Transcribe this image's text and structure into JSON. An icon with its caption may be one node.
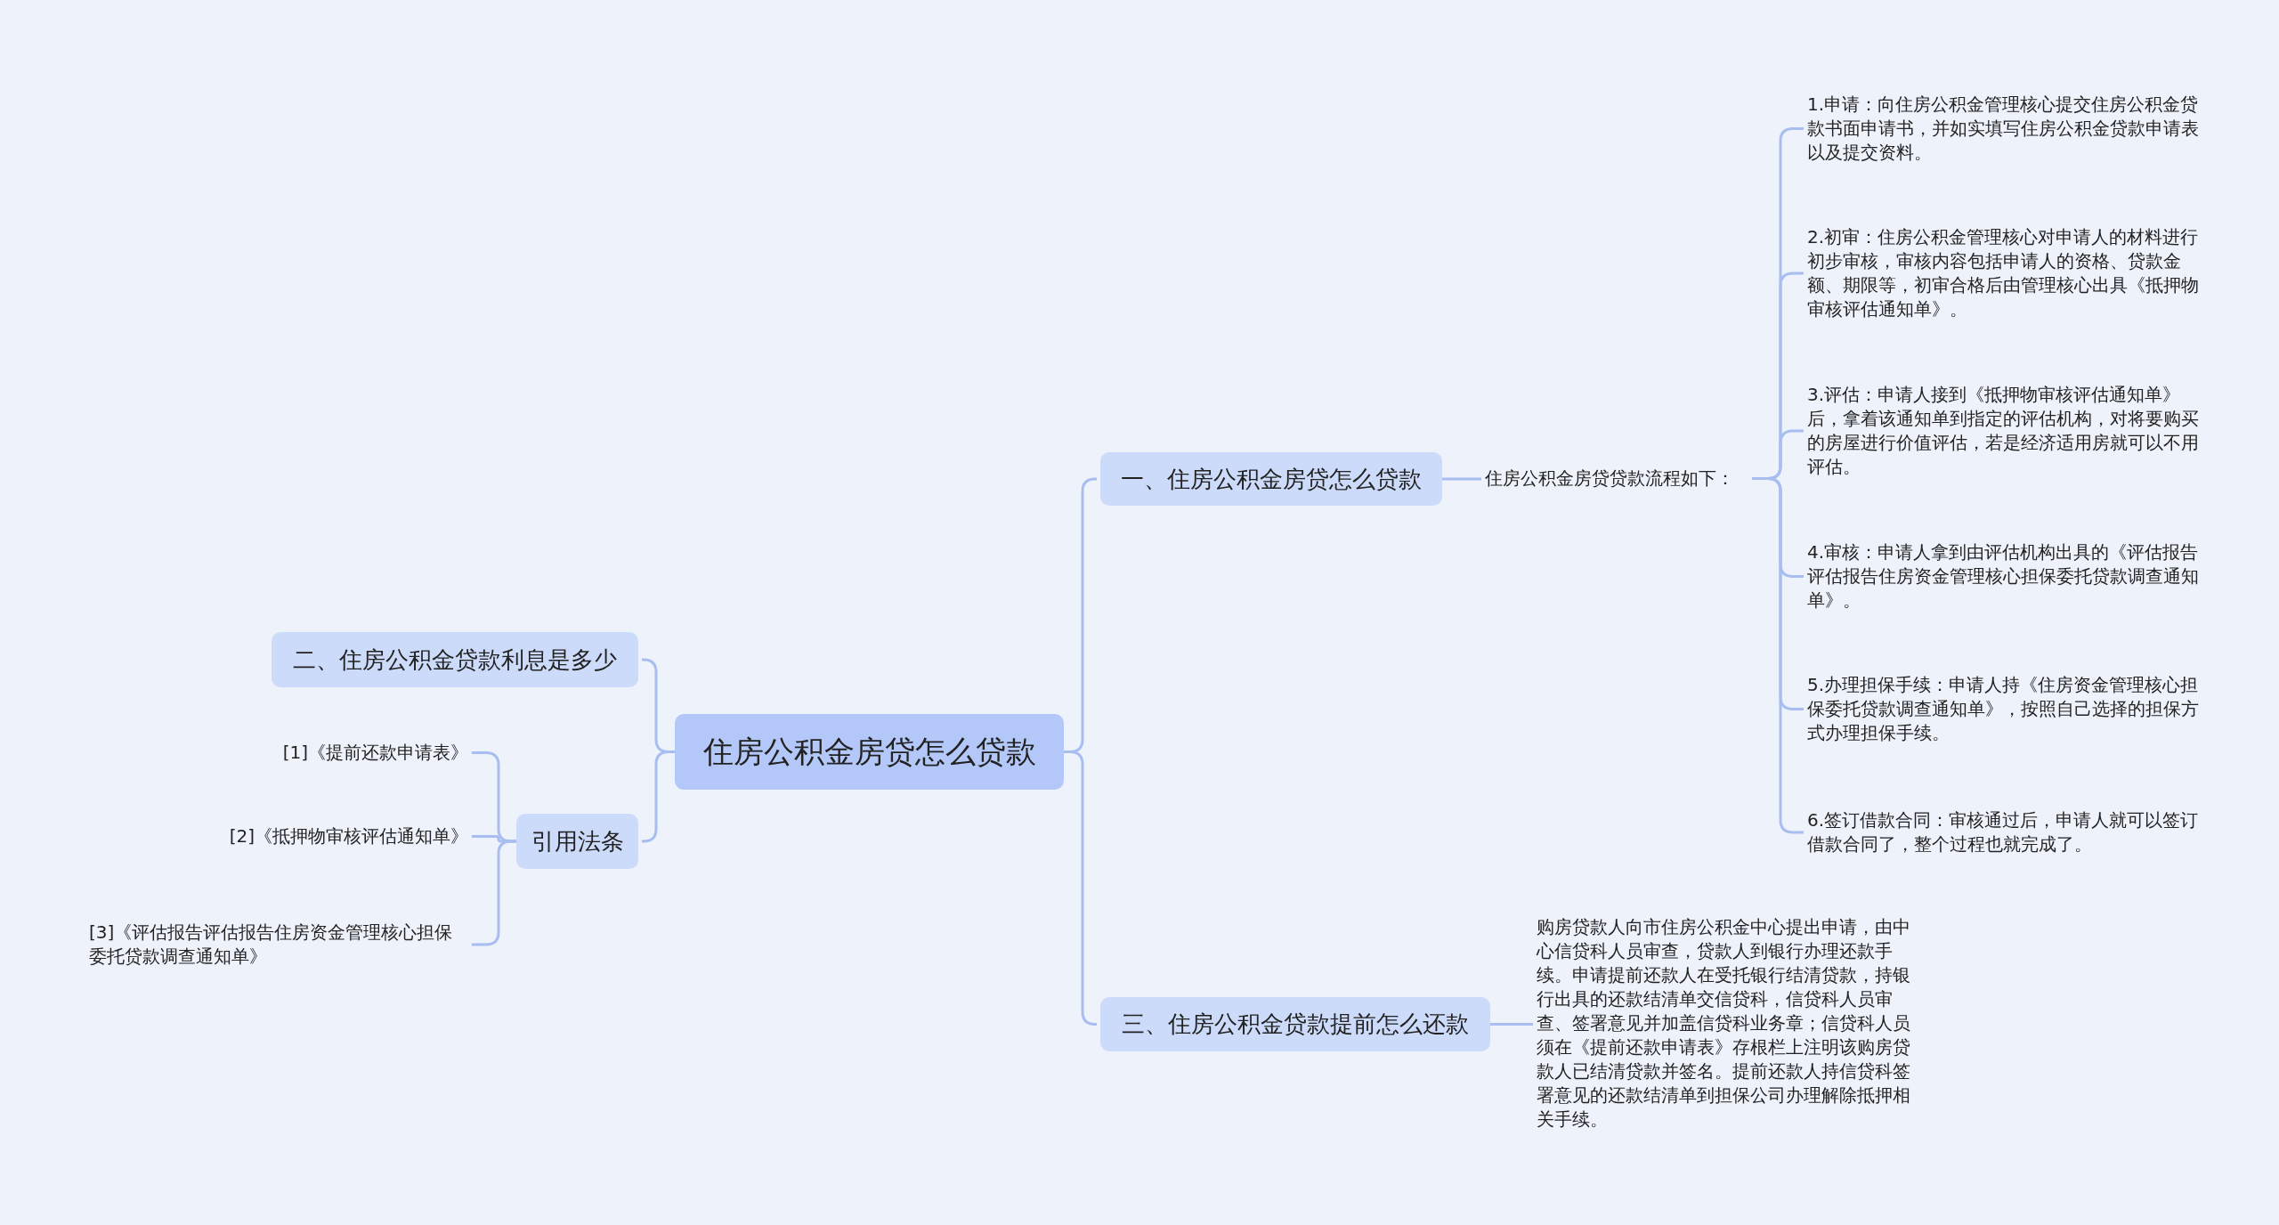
{
  "diagram": {
    "nodes": [
      {
        "text": [
          "住房公积金房贷怎么贷款"
        ]
      },
      {
        "text": [
          "一、住房公积金房贷怎么贷款"
        ]
      },
      {
        "text": [
          "住房公积金房贷贷款流程如下："
        ]
      },
      {
        "text": [
          "1.申请：向住房公积金管理核心提交住房公积金贷款书面申请书，并如实填写住房公积金贷款申请表以及提交资料。"
        ]
      },
      {
        "text": [
          "2.初审：住房公积金管理核心对申请人的材料进行初步审核，审核内容包括申请人的资格、贷款金额、期限等，初审合格后由管理核心出具《抵押物审核评估通知单》。"
        ]
      },
      {
        "text": [
          "3.评估：申请人接到《抵押物审核评估通知单》后，拿着该通知单到指定的评估机构，对将要购买的房屋进行价值评估，若是经济适用房就可以不用评估。"
        ]
      },
      {
        "text": [
          "4.审核：申请人拿到由评估机构出具的《评估报告评估报告住房资金管理核心担保委托贷款调查通知单》。"
        ]
      },
      {
        "text": [
          "5.办理担保手续：申请人持《住房资金管理核心担保委托贷款调查通知单》，按照自己选择的担保方式办理担保手续。"
        ]
      },
      {
        "text": [
          "6.签订借款合同：审核通过后，申请人就可以签订借款合同了，整个过程也就完成了。"
        ]
      },
      {
        "text": [
          "三、住房公积金贷款提前怎么还款"
        ]
      },
      {
        "text": [
          "购房贷款人向市住房公积金中心提出申请，由中心信贷科人员审查，贷款人到银行办理还款手续。申请提前还款人在受托银行结清贷款，持银行出具的还款结清单交信贷科，信贷科人员审查、签署意见并加盖信贷科业务章；信贷科人员须在《提前还款申请表》存根栏上注明该购房贷款人已结清贷款并签名。提前还款人持信贷科签署意见的还款结清单到担保公司办理解除抵押相关手续。"
        ]
      },
      {
        "text": [
          "二、住房公积金贷款利息是多少"
        ]
      },
      {
        "text": [
          "引用法条"
        ]
      },
      {
        "text": [
          "[1]《提前还款申请表》"
        ]
      },
      {
        "text": [
          "[2]《抵押物审核评估通知单》"
        ]
      },
      {
        "text": [
          "[3]《评估报告评估报告住房资金管理核心担保委托贷款调查通知单》"
        ]
      }
    ],
    "edges": [
      {
        "from": 0,
        "to": 1,
        "arrow": "none"
      },
      {
        "from": 1,
        "to": 2,
        "arrow": "none"
      },
      {
        "from": 2,
        "to": 3,
        "arrow": "none"
      },
      {
        "from": 2,
        "to": 4,
        "arrow": "none"
      },
      {
        "from": 2,
        "to": 5,
        "arrow": "none"
      },
      {
        "from": 2,
        "to": 6,
        "arrow": "none"
      },
      {
        "from": 2,
        "to": 7,
        "arrow": "none"
      },
      {
        "from": 2,
        "to": 8,
        "arrow": "none"
      },
      {
        "from": 0,
        "to": 9,
        "arrow": "none"
      },
      {
        "from": 9,
        "to": 10,
        "arrow": "none"
      },
      {
        "from": 0,
        "to": 11,
        "arrow": "none"
      },
      {
        "from": 0,
        "to": 12,
        "arrow": "none"
      },
      {
        "from": 12,
        "to": 13,
        "arrow": "none"
      },
      {
        "from": 12,
        "to": 14,
        "arrow": "none"
      },
      {
        "from": 12,
        "to": 15,
        "arrow": "none"
      }
    ]
  }
}
